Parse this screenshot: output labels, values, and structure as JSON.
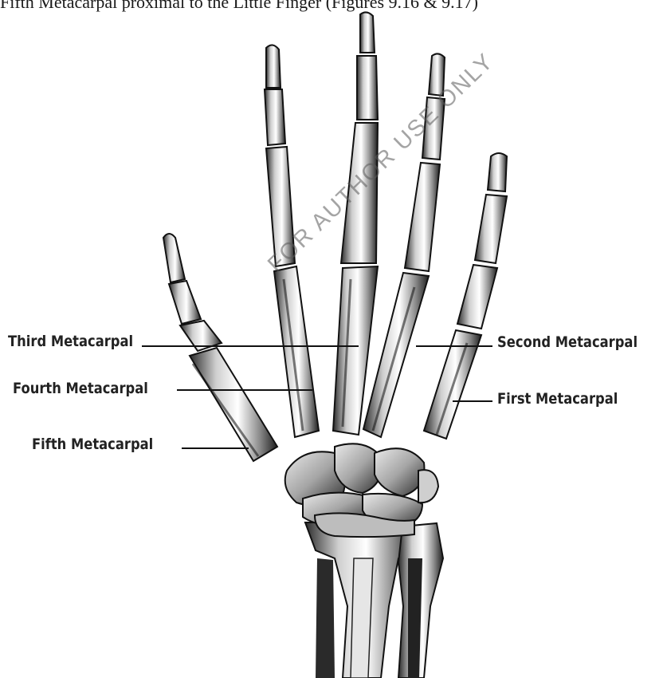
{
  "caption": "Fifth Metacarpal proximal to the Little Finger (Figures 9.16 & 9.17)",
  "labels": {
    "third_metacarpal": "Third Metacarpal",
    "fourth_metacarpal": "Fourth Metacarpal",
    "fifth_metacarpal": "Fifth Metacarpal",
    "second_metacarpal": "Second Metacarpal",
    "first_metacarpal": "First Metacarpal"
  },
  "watermark": "FOR AUTHOR USE ONLY",
  "colors": {
    "bone_light": "#f2f2f2",
    "bone_mid": "#9a9a9a",
    "bone_dark": "#1f1f1f",
    "leader_line": "#111111",
    "text": "#222222"
  }
}
